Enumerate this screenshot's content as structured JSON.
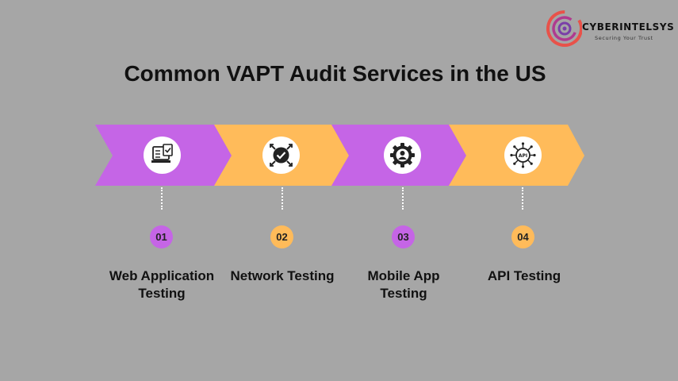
{
  "logo": {
    "name": "CYBERINTELSYS",
    "tagline": "Securing Your Trust"
  },
  "title": "Common VAPT Audit Services in the US",
  "colors": {
    "purple": "#c565e6",
    "orange": "#ffbb5a",
    "background": "#a6a6a6"
  },
  "steps": [
    {
      "number": "01",
      "label": "Web Application Testing",
      "icon": "web-app-checklist-icon",
      "color": "purple"
    },
    {
      "number": "02",
      "label": "Network Testing",
      "icon": "network-shield-icon",
      "color": "orange"
    },
    {
      "number": "03",
      "label": "Mobile App Testing",
      "icon": "gear-user-icon",
      "color": "purple"
    },
    {
      "number": "04",
      "label": "API Testing",
      "icon": "api-chip-icon",
      "color": "orange"
    }
  ]
}
